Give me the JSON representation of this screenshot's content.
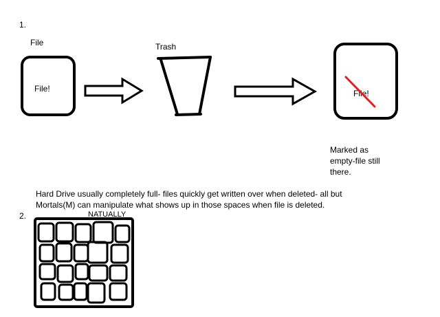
{
  "section1": {
    "number": "1.",
    "file_label": "File",
    "file_inner": "File!",
    "trash_label": "Trash",
    "marked_inner": "File!",
    "marked_note": "Marked as empty-file still there."
  },
  "caption": "Hard Drive usually completely full- files quickly get written over when deleted- all but Mortals(M) can manipulate what shows up in those spaces when file is deleted.",
  "section2": {
    "number": "2.",
    "drive_label": "NATUALLY"
  }
}
